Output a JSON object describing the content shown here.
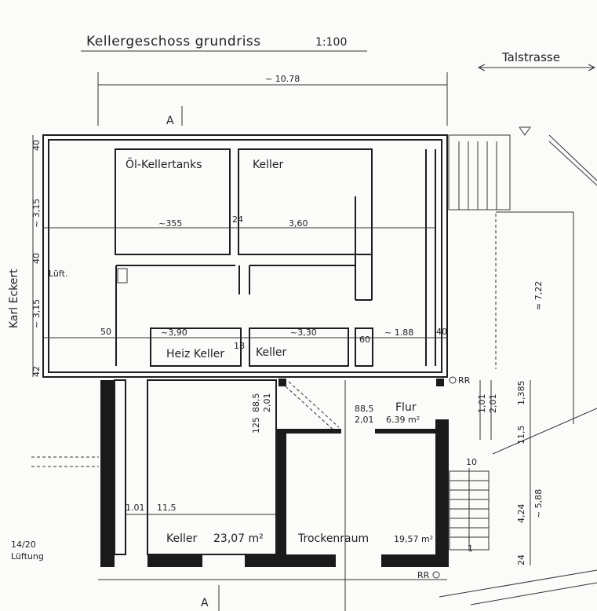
{
  "title": "Kellergeschoss grundriss",
  "scale": "1:100",
  "street": "Talstrasse",
  "side_label": "Karl Eckert",
  "section_marker": "A",
  "overall_width": "~ 10.78",
  "rooms": {
    "oil_tanks": "Öl-Kellertanks",
    "cellar_top": "Keller",
    "heating": "Heiz Keller",
    "cellar_mid": "Keller",
    "hall": "Flur",
    "hall_area": "6.39 m²",
    "cellar_big": "Keller",
    "cellar_big_area": "23,07 m²",
    "drying": "Trockenraum",
    "drying_area": "19,57 m²"
  },
  "notes": {
    "vent_small": "Lüft.",
    "vent_size": "14/20",
    "vent_label": "Lüftung",
    "drain_1": "RR",
    "drain_2": "RR"
  },
  "dims": {
    "d_355": "~355",
    "d_24": "24",
    "d_360": "3,60",
    "d_390": "~3,90",
    "d_18": "18",
    "d_330": "~3,30",
    "d_60": "60",
    "d_188": "~ 1.88",
    "d_40a": "40",
    "d_50": "50",
    "d_40_top": "40",
    "d_315a": "~ 3,15",
    "d_40_mid": "40",
    "d_315b": "~ 3,15",
    "d_42": "42",
    "d_722": "≈ 7,22",
    "d_101a": "1,01",
    "d_201a": "2,01",
    "d_1385": "1,385",
    "d_115a": "11,5",
    "d_885a": "88,5",
    "d_125": "125",
    "d_201b": "2,01",
    "d_885b": "88,5",
    "d_201c": "2,01",
    "d_424": "4,24",
    "d_588": "~ 5,88",
    "d_24b": "24",
    "d_101b": "1.01",
    "d_115b": "11,5",
    "d_10": "10",
    "d_1": "1"
  }
}
